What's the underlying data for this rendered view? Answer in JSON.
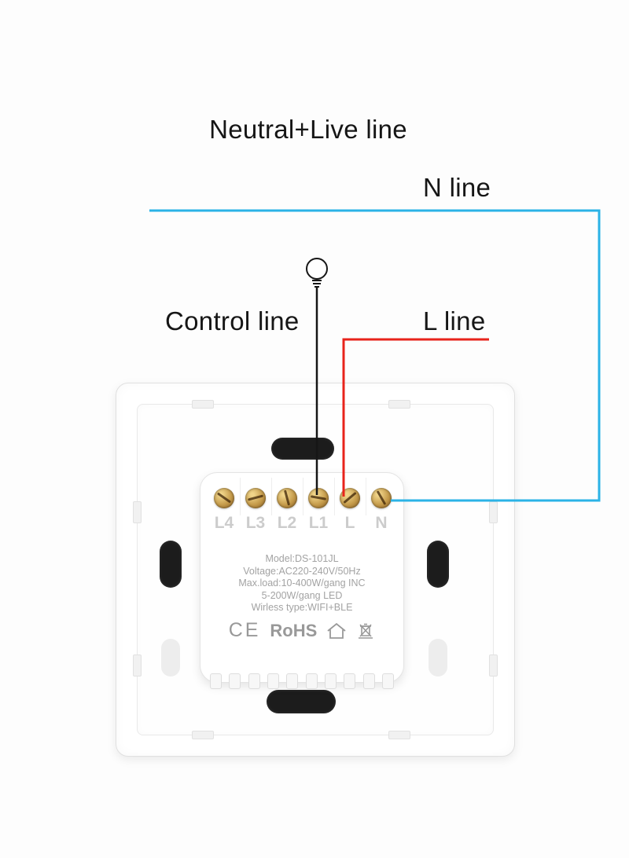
{
  "diagram": {
    "title": "Neutral+Live line",
    "n_line_label": "N line",
    "control_line_label": "Control line",
    "l_line_label": "L line"
  },
  "switch": {
    "terminals": [
      "L4",
      "L3",
      "L2",
      "L1",
      "L",
      "N"
    ],
    "specs": [
      "Model:DS-101JL",
      "Voltage:AC220-240V/50Hz",
      "Max.load:10-400W/gang INC",
      "5-200W/gang LED",
      "Wirless type:WIFI+BLE"
    ],
    "certifications": {
      "ce": "CE",
      "rohs": "RoHS"
    }
  },
  "colors": {
    "neutral": "#2bb3e6",
    "live": "#e8231b",
    "control": "#161616"
  }
}
